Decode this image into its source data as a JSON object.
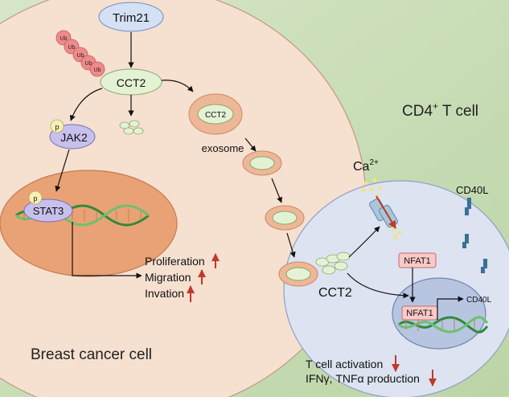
{
  "labels": {
    "trim21": "Trim21",
    "ub": "Ub",
    "cct2_main": "CCT2",
    "jak2": "JAK2",
    "p": "p",
    "stat3": "STAT3",
    "cct2_exosome": "CCT2",
    "exosome": "exosome",
    "cd4_base": "CD4",
    "cd4_sup": "+",
    "cd4_rest": " T cell",
    "ca_base": "Ca",
    "ca_sup": "2+",
    "cd40l_surface": "CD40L",
    "nfat1_cyto": "NFAT1",
    "nfat1_nuclear": "NFAT1",
    "cd40l_gene": "CD40L",
    "cct2_tcell": "CCT2",
    "proliferation": "Proliferation",
    "migration": "Migration",
    "invation": "Invation",
    "breast_cancer_cell": "Breast cancer cell",
    "t_cell_activation": "T cell activation",
    "ifn_tnf": "IFNγ, TNFα production"
  },
  "colors": {
    "background_green": "#c9dcb8",
    "cancer_cell": "#f6e0d0",
    "nucleus": "#e8a276",
    "t_cell": "#dde3f1",
    "t_nucleus": "#b7c5e1",
    "trim21_fill": "#d4e0f4",
    "cct2_fill": "#e4f2d4",
    "jak2_fill": "#c7c0ec",
    "ub_fill": "#ef8a8a",
    "nfat_fill": "#f9c9c9",
    "arrow_red": "#c0392b",
    "receptor": "#3d6f96"
  }
}
